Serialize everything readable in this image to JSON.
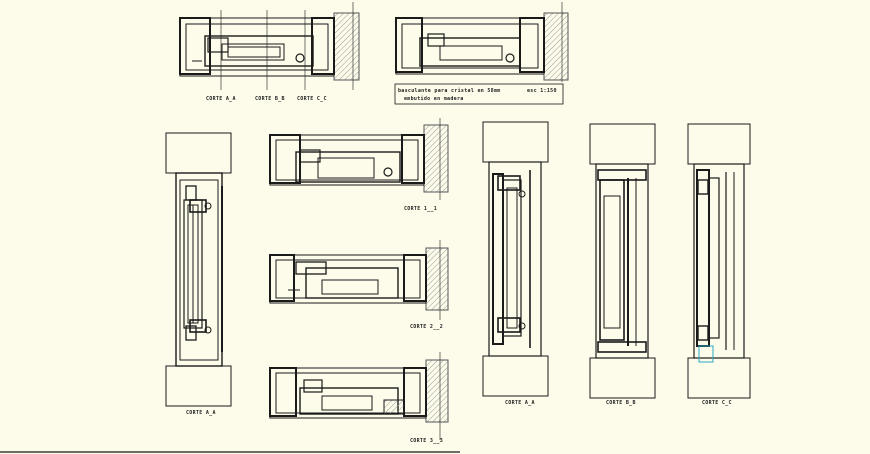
{
  "drawing": {
    "background_color": "#fdfbea",
    "line_color": "#1a1a1a",
    "hatch_color": "#9a9a9a",
    "highlight_color": "#2aa8c8",
    "note": {
      "line1": "basculante para cristal en 58mm",
      "line2": "embutido en madera",
      "scale": "esc 1:150"
    },
    "top_labels": {
      "a": "CORTE A_A",
      "b": "CORTE B_B",
      "c": "CORTE C_C"
    },
    "labels": {
      "corte_1": "CORTE 1__1",
      "corte_2": "CORTE 2__2",
      "corte_3": "CORTE 3__3",
      "left_aa": "CORTE A_A",
      "right_aa": "CORTE A_A",
      "right_bb": "CORTE B_B",
      "right_cc": "CORTE C_C"
    }
  }
}
